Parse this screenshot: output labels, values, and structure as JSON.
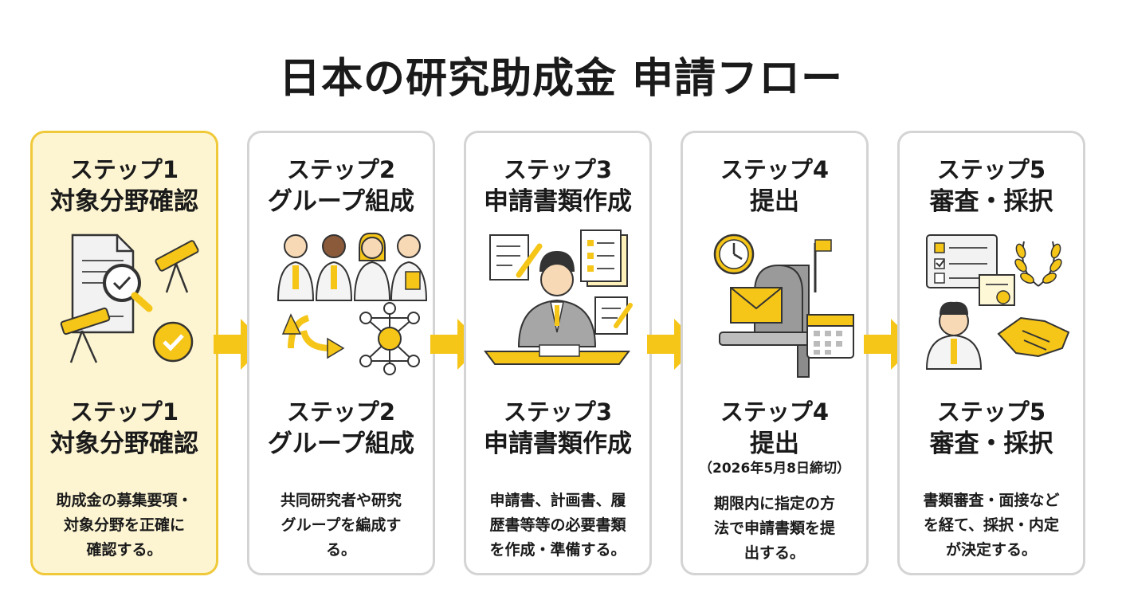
{
  "title": "日本の研究助成金 申請フロー",
  "colors": {
    "accent": "#f5c518",
    "active_bg": "#fdf5d2",
    "active_border": "#f0c93a",
    "card_border": "#d4d4d4"
  },
  "steps": [
    {
      "step": "ステップ1",
      "name": "対象分野確認",
      "deadline": "",
      "desc": [
        "助成金の募集要項・",
        "対象分野を正確に",
        "確認する。"
      ],
      "icons": [
        "document-magnifier-icon",
        "telescope-icon",
        "check-circle-icon"
      ]
    },
    {
      "step": "ステップ2",
      "name": "グループ組成",
      "deadline": "",
      "desc": [
        "共同研究者や研究",
        "グループを編成す",
        "る。"
      ],
      "icons": [
        "researchers-group-icon",
        "exchange-arrows-icon",
        "network-icon"
      ]
    },
    {
      "step": "ステップ3",
      "name": "申請書類作成",
      "deadline": "",
      "desc": [
        "申請書、計画書、履",
        "歴書等等の必要書類",
        "を作成・準備する。"
      ],
      "icons": [
        "writing-person-icon",
        "documents-icon",
        "pencil-icon"
      ]
    },
    {
      "step": "ステップ4",
      "name": "提出",
      "deadline": "（2026年5月8日締切）",
      "desc": [
        "期限内に指定の方",
        "法で申請書類を提",
        "出する。"
      ],
      "icons": [
        "clock-icon",
        "mailbox-icon",
        "envelope-icon",
        "calendar-icon"
      ]
    },
    {
      "step": "ステップ5",
      "name": "審査・採択",
      "deadline": "",
      "desc": [
        "書類審査・面接など",
        "を経て、採択・内定",
        "が決定する。"
      ],
      "icons": [
        "review-form-icon",
        "laurel-icon",
        "certificate-icon",
        "handshake-icon"
      ]
    }
  ]
}
